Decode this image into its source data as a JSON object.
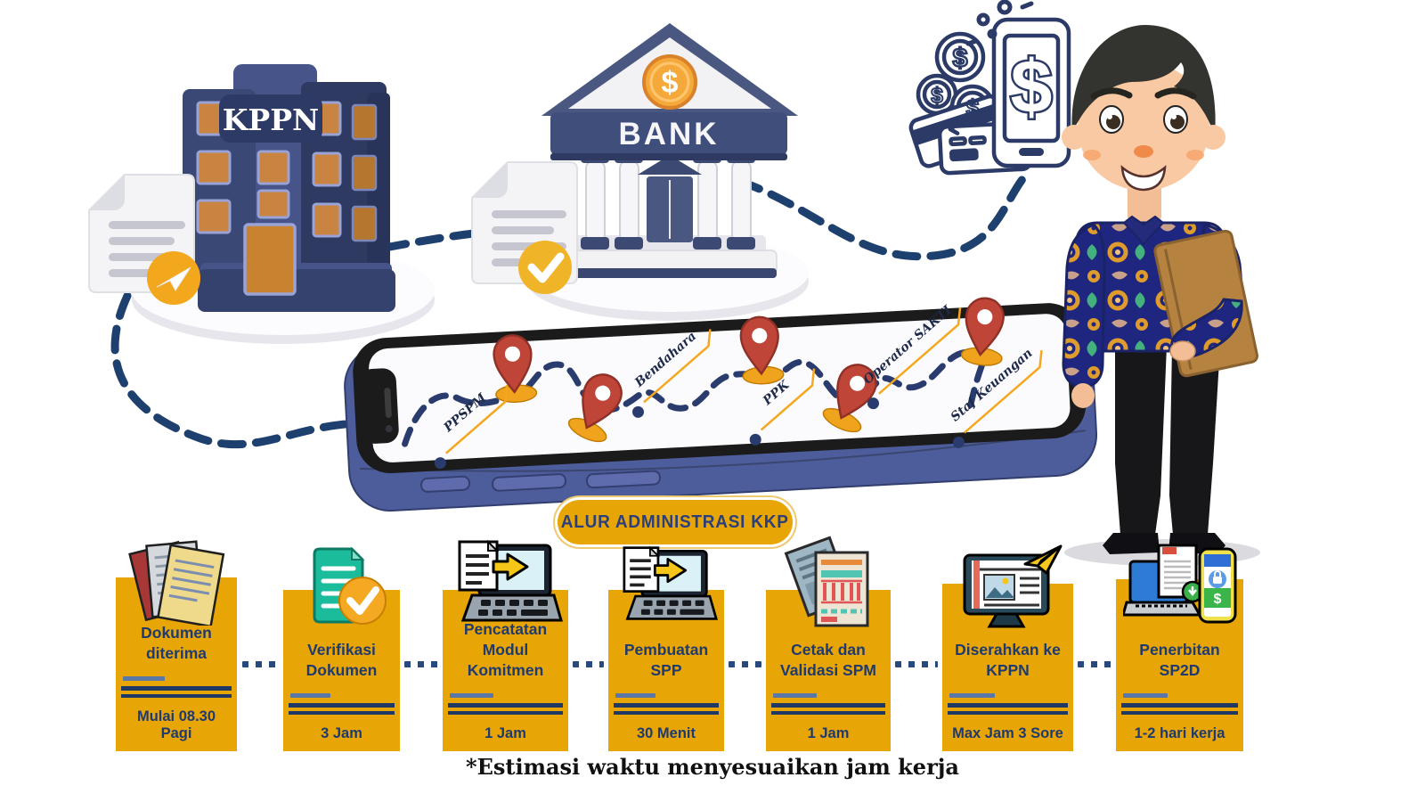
{
  "illustration": {
    "kppn_label": "KPPN",
    "bank_label": "BANK",
    "dollar_symbol": "$",
    "map_roles": [
      "PPSPM",
      "Bendahara",
      "PPK",
      "Operator SAKTI",
      "Staf Keuangan"
    ]
  },
  "badge": {
    "label": "ALUR ADMINISTRASI KKP"
  },
  "steps": [
    {
      "title": "Dokumen diterima",
      "time": "Mulai 08.30 Pagi",
      "icon": "documents-stack-icon"
    },
    {
      "title": "Verifikasi Dokumen",
      "time": "3 Jam",
      "icon": "document-check-icon"
    },
    {
      "title": "Pencatatan Modul Komitmen",
      "time": "1 Jam",
      "icon": "laptop-transfer-icon"
    },
    {
      "title": "Pembuatan SPP",
      "time": "30 Menit",
      "icon": "laptop-transfer-icon"
    },
    {
      "title": "Cetak dan Validasi SPM",
      "time": "1 Jam",
      "icon": "printed-forms-icon"
    },
    {
      "title": "Diserahkan ke KPPN",
      "time": "Max Jam 3 Sore",
      "icon": "monitor-send-icon"
    },
    {
      "title": "Penerbitan SP2D",
      "time": "1-2 hari kerja",
      "icon": "laptop-phone-money-icon"
    }
  ],
  "footer": {
    "note": "*Estimasi waktu menyesuaikan jam kerja"
  },
  "colors": {
    "card_yellow": "#E8A506",
    "navy_text": "#1F3A6E",
    "dash_navy": "#1D406F",
    "pin_red": "#BE4537",
    "pin_base_yellow": "#F0A41D",
    "verify_teal": "#1BBC9B",
    "accent_orange": "#F2A71B"
  }
}
